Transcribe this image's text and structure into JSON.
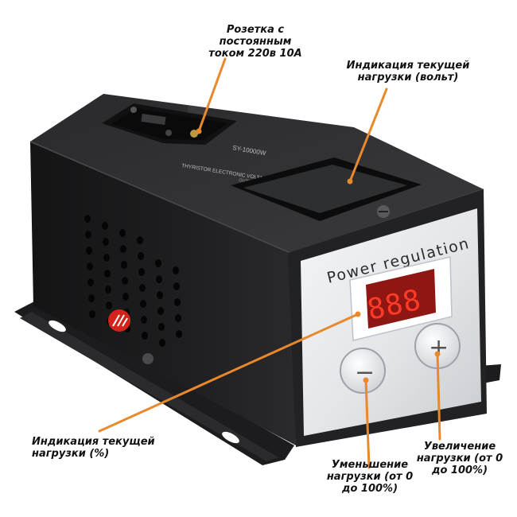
{
  "device": {
    "panel_title": "Power regulation",
    "display_digits": "888",
    "model_label": "SY-10000W",
    "plate_text": "THYRISTOR ELECTRONIC VOLTAGE REGULATOR",
    "output_label": "OUTPUT  VOLTAGE",
    "minus_symbol": "−",
    "plus_symbol": "+"
  },
  "callouts": {
    "socket": "Розетка с\nпостоянным\nтоком 220в 10А",
    "voltage_display": "Индикация текущей\nнагрузки (вольт)",
    "percent_display": "Индикация текущей\nнагрузки (%)",
    "decrease": "Уменьшение\nнагрузки (от 0\nдо 100%)",
    "increase": "Увеличение\nнагрузки (от 0\nдо 100%)"
  },
  "colors": {
    "callout_line": "#e8892c",
    "led": "#e0201a",
    "body": "#1b1b1d",
    "panel": "#e9eaec"
  }
}
